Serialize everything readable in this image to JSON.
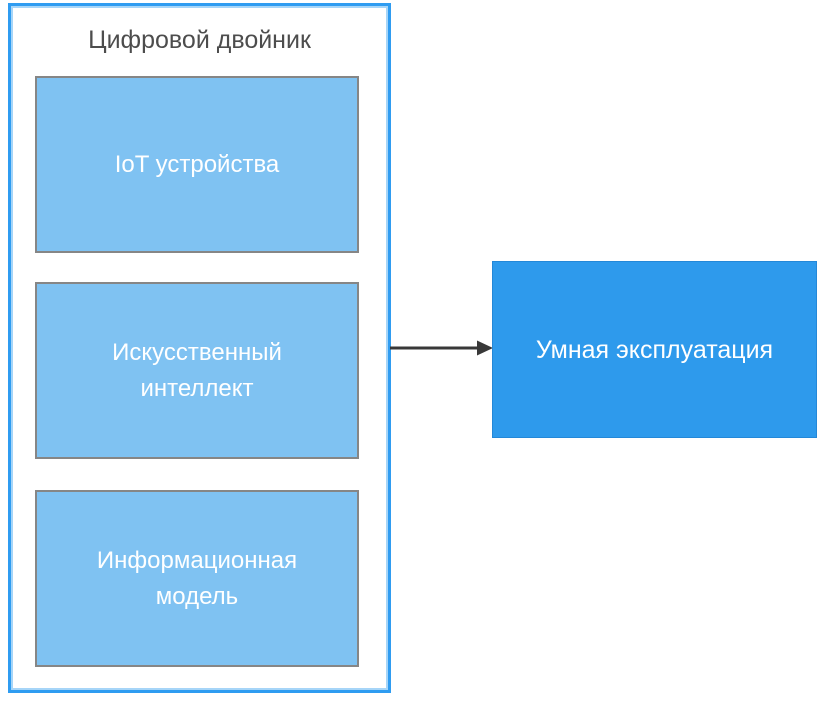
{
  "colors": {
    "background": "#ffffff",
    "container_border": "#2f9cf1",
    "container_border_inner": "#a6d5f8",
    "light_box_fill": "#7fc2f2",
    "light_box_border": "#868686",
    "accent_box_fill": "#2e9aec",
    "accent_box_border": "#2488d8",
    "title_text": "#4d4d4d",
    "box_text": "#ffffff",
    "arrow": "#383838"
  },
  "diagram": {
    "container": {
      "title": "Цифровой двойник",
      "items": [
        {
          "label": "IoT устройства"
        },
        {
          "label": "Искусственный\nинтеллект"
        },
        {
          "label": "Информационная\nмодель"
        }
      ]
    },
    "connector": {
      "type": "arrow-right"
    },
    "result": {
      "label": "Умная эксплуатация"
    }
  }
}
